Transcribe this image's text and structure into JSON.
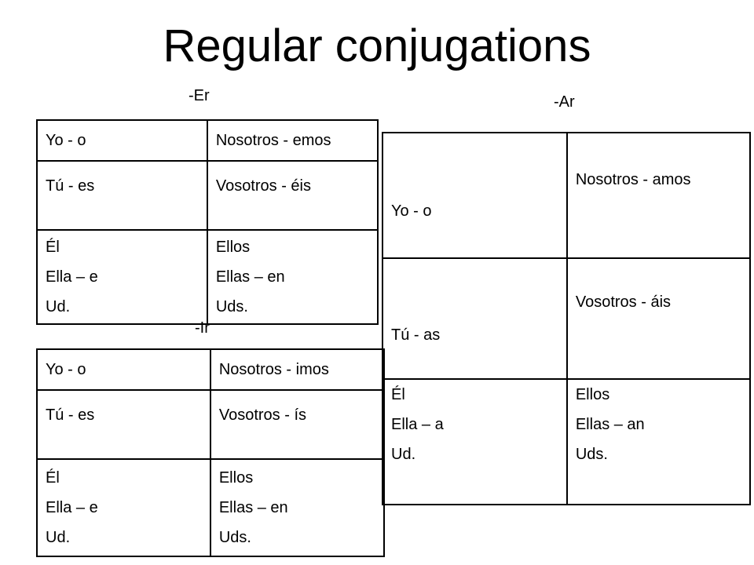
{
  "title": "Regular conjugations",
  "labels": {
    "er": "-Er",
    "ar": "-Ar",
    "ir": "-Ir"
  },
  "er_table": {
    "rows": [
      [
        [
          "Yo - o"
        ],
        [
          "Nosotros - emos"
        ]
      ],
      [
        [
          "Tú - es"
        ],
        [
          "Vosotros - éis"
        ]
      ],
      [
        [
          "Él",
          "Ella – e",
          "Ud."
        ],
        [
          "Ellos",
          "Ellas – en",
          "Uds."
        ]
      ]
    ]
  },
  "ir_table": {
    "rows": [
      [
        [
          "Yo - o"
        ],
        [
          "Nosotros - imos"
        ]
      ],
      [
        [
          "Tú - es"
        ],
        [
          "Vosotros - ís"
        ]
      ],
      [
        [
          "Él",
          "Ella – e",
          "Ud."
        ],
        [
          "Ellos",
          "Ellas – en",
          "Uds."
        ]
      ]
    ]
  },
  "ar_table": {
    "rows": [
      [
        [
          "Yo - o"
        ],
        [
          "Nosotros - amos"
        ]
      ],
      [
        [
          "Tú - as"
        ],
        [
          "Vosotros - áis"
        ]
      ],
      [
        [
          "Él",
          "Ella – a",
          "Ud."
        ],
        [
          "Ellos",
          "Ellas – an",
          "Uds."
        ]
      ]
    ]
  }
}
